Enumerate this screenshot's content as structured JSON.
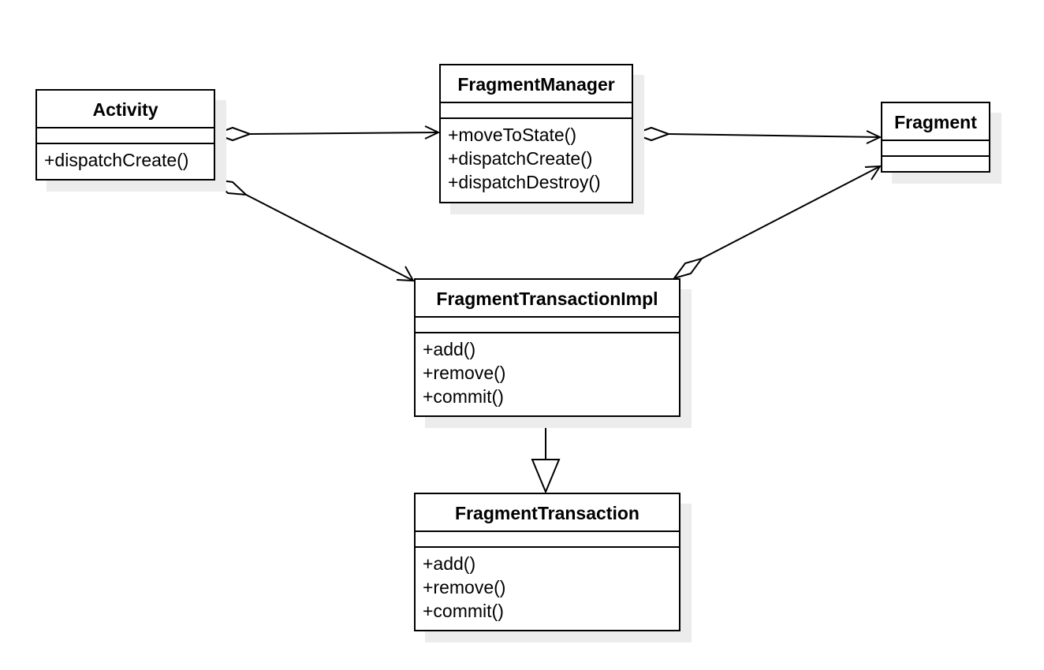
{
  "classes": {
    "activity": {
      "name": "Activity",
      "operations": [
        "+dispatchCreate()"
      ]
    },
    "fragment_manager": {
      "name": "FragmentManager",
      "operations": [
        "+moveToState()",
        "+dispatchCreate()",
        "+dispatchDestroy()"
      ]
    },
    "fragment": {
      "name": "Fragment",
      "operations": []
    },
    "fragment_transaction_impl": {
      "name": "FragmentTransactionImpl",
      "operations": [
        "+add()",
        "+remove()",
        "+commit()"
      ]
    },
    "fragment_transaction": {
      "name": "FragmentTransaction",
      "operations": [
        "+add()",
        "+remove()",
        "+commit()"
      ]
    }
  },
  "relationships": [
    {
      "type": "aggregation",
      "from": "Activity",
      "to": "FragmentManager"
    },
    {
      "type": "aggregation",
      "from": "Activity",
      "to": "FragmentTransactionImpl"
    },
    {
      "type": "aggregation",
      "from": "FragmentManager",
      "to": "Fragment"
    },
    {
      "type": "aggregation",
      "from": "FragmentTransactionImpl",
      "to": "Fragment"
    },
    {
      "type": "generalization",
      "from": "FragmentTransactionImpl",
      "to": "FragmentTransaction"
    }
  ]
}
